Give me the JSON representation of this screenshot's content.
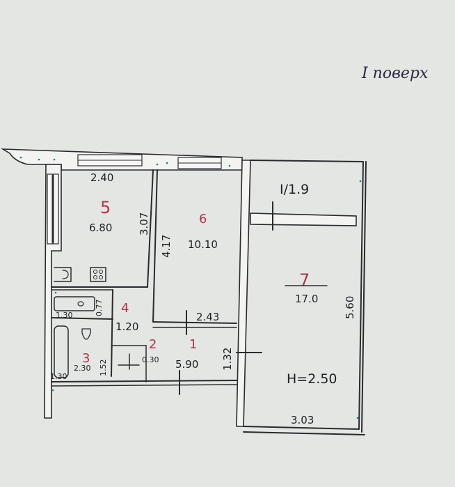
{
  "floor_label": "I поверх",
  "balcony_label": "I/1.9",
  "ceiling_height": "H=2.50",
  "rooms": [
    {
      "number": "1",
      "area": "5.90"
    },
    {
      "number": "2",
      "area": "0.30"
    },
    {
      "number": "3",
      "area": "2.30"
    },
    {
      "number": "4",
      "area": "1.20"
    },
    {
      "number": "5",
      "area": "6.80"
    },
    {
      "number": "6",
      "area": "10.10"
    },
    {
      "number": "7",
      "area": "17.0"
    }
  ],
  "dimensions": {
    "kitchen_width": "2.40",
    "kitchen_length": "3.07",
    "room6_length": "4.17",
    "hall_width": "2.43",
    "hall_length": "1.32",
    "room7_length": "5.60",
    "room7_width": "3.03",
    "toilet_width": "1.30",
    "toilet_length": "0.77",
    "bath_width": "1.30",
    "bath_length": "1.52"
  }
}
